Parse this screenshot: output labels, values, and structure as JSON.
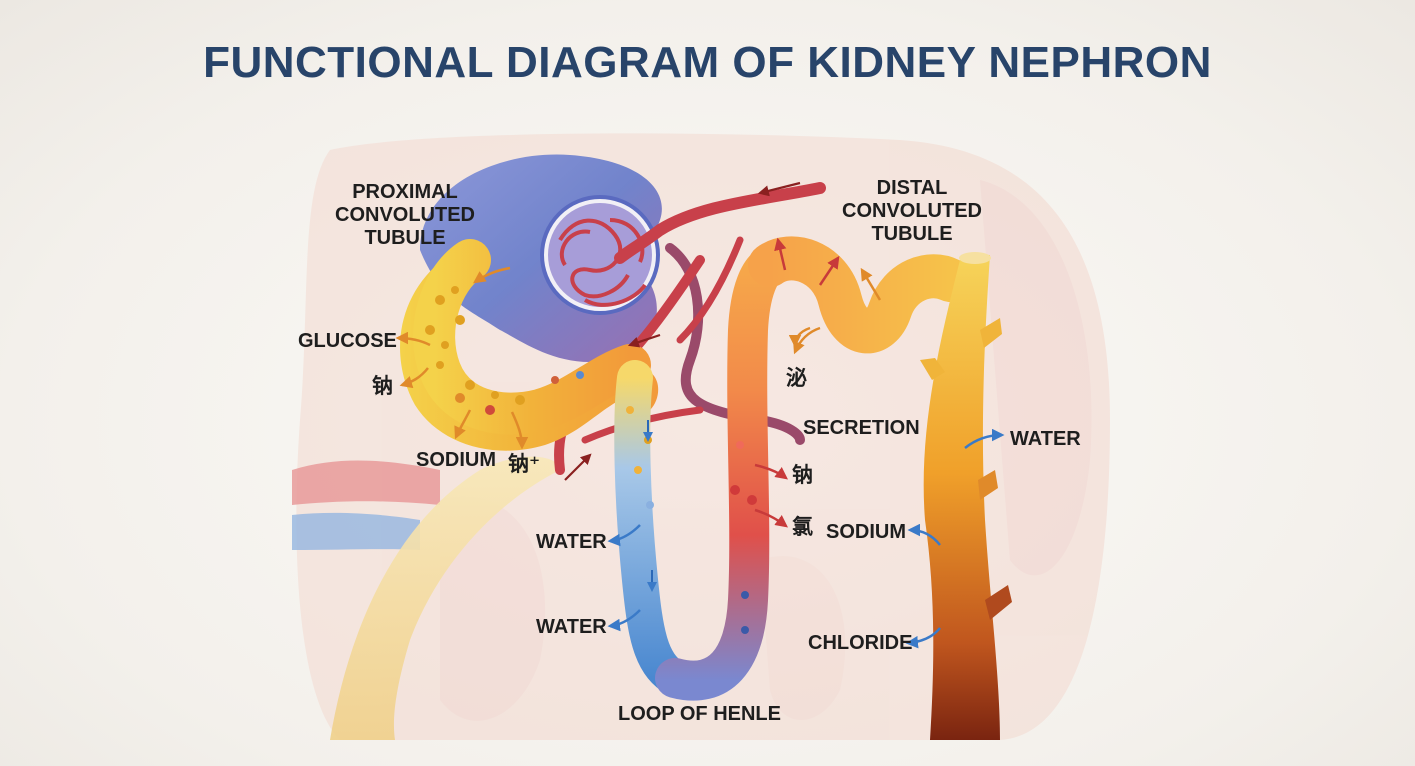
{
  "title": "FUNCTIONAL DIAGRAM OF KIDNEY NEPHRON",
  "labels": {
    "proximal_line1": "PROXIMAL",
    "proximal_line2": "CONVOLUTED",
    "proximal_line3": "TUBULE",
    "distal_line1": "DISTAL",
    "distal_line2": "CONVOLUTED",
    "distal_line3": "TUBULE",
    "glucose": "GLUCOSE",
    "na_cn_1": "钠",
    "sodium_left": "SODIUM",
    "na_plus_cn": "钠⁺",
    "water_1": "WATER",
    "water_2": "WATER",
    "loop_of_henle": "LOOP OF HENLE",
    "mi_cn": "泌",
    "secretion": "SECRETION",
    "na_cn_2": "钠",
    "cl_cn": "氯",
    "water_right": "WATER",
    "sodium_right": "SODIUM",
    "chloride": "CHLORIDE"
  },
  "colors": {
    "title": "#28446a",
    "artery": "#c8404a",
    "vein": "#4a78c8",
    "filtrate_yellow": "#f2c23a",
    "filtrate_orange": "#f29a3a",
    "collecting_duct_dark": "#8a2a14",
    "arrow_orange": "#e08a2a",
    "arrow_red": "#c83a3a",
    "arrow_blue": "#3a7ac8"
  }
}
